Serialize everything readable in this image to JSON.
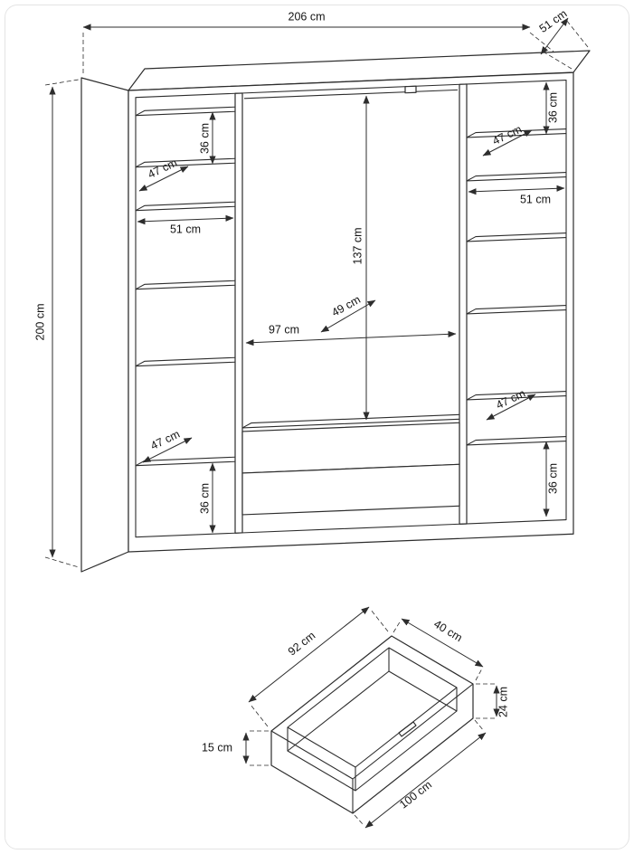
{
  "page": {
    "background": "#ffffff",
    "frame_color": "#e4e4e4"
  },
  "style": {
    "line_color": "#2d2d2d",
    "text_color": "#141414"
  },
  "wardrobe_diagram": {
    "overall_width": "206 cm",
    "overall_depth": "51 cm",
    "overall_height": "200 cm",
    "left_column": {
      "top_height": "36 cm",
      "top_depth": "47 cm",
      "width": "51 cm",
      "bottom_depth": "47 cm",
      "bottom_height": "36 cm"
    },
    "center": {
      "height": "137 cm",
      "width": "97 cm",
      "depth": "49 cm"
    },
    "right_column": {
      "top_height": "36 cm",
      "top_depth": "47 cm",
      "width": "51 cm",
      "bottom_depth": "47 cm",
      "bottom_height": "36 cm"
    }
  },
  "drawer_diagram": {
    "inner_length": "92 cm",
    "depth": "40 cm",
    "back_height": "24 cm",
    "front_height": "15 cm",
    "outer_length": "100 cm"
  }
}
